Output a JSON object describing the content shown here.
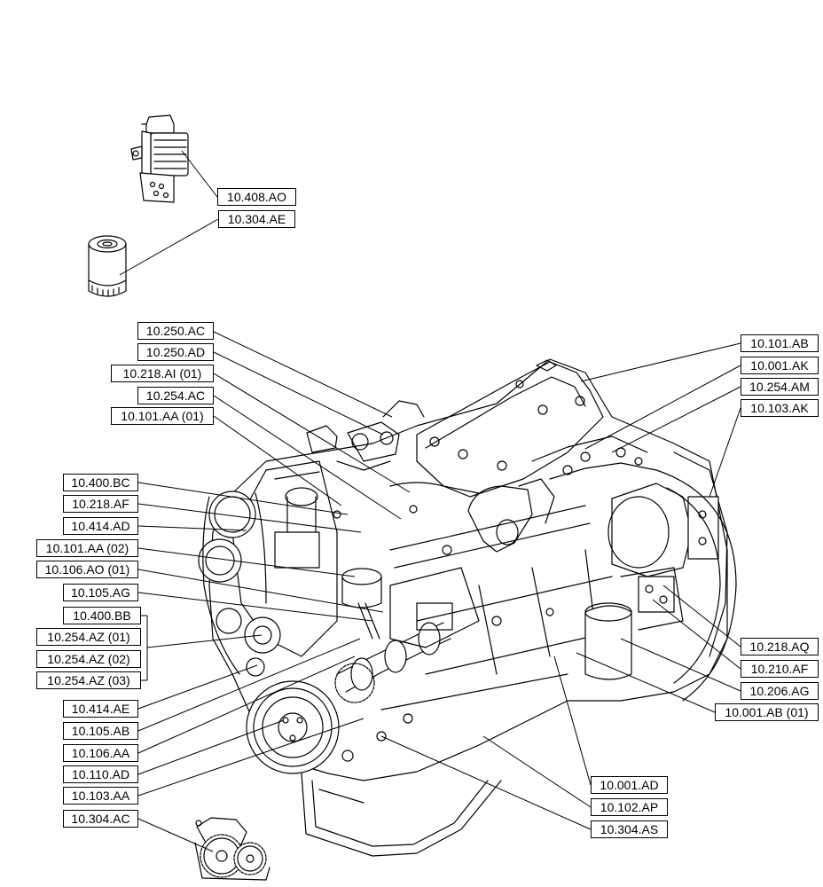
{
  "labels": {
    "oil_cooler_housing": "10.408.AO",
    "oil_filter": "10.304.AE",
    "intake_manifold": "10.250.AC",
    "intake_elbow": "10.250.AD",
    "injector_harness": "10.218.AI (01)",
    "exhaust_manifold": "10.254.AC",
    "cylinder_head_a": "10.101.AA (01)",
    "front_cover_bc": "10.400.BC",
    "fuel_rail": "10.218.AF",
    "water_pump_ad": "10.414.AD",
    "cylinder_head_b": "10.101.AA (02)",
    "timing_ao": "10.106.AO (01)",
    "piston_ag": "10.105.AG",
    "belt_bb": "10.400.BB",
    "turbo_az1": "10.254.AZ (01)",
    "turbo_az2": "10.254.AZ (02)",
    "turbo_az3": "10.254.AZ (03)",
    "fan_ae": "10.414.AE",
    "conrod_ab": "10.105.AB",
    "crankshaft_aa": "10.106.AA",
    "damper_ad": "10.110.AD",
    "crankcase_aa": "10.103.AA",
    "oil_pump_ac": "10.304.AC",
    "head_cover_ab": "10.101.AB",
    "engine_ak": "10.001.AK",
    "exhaust_am": "10.254.AM",
    "flywheel_housing_ak": "10.103.AK",
    "fuel_aq": "10.218.AQ",
    "fuel_filter_af": "10.210.AF",
    "fuel_pump_ag": "10.206.AG",
    "engine_ab": "10.001.AB (01)",
    "engine_ad": "10.001.AD",
    "oil_pan_ap": "10.102.AP",
    "oil_pickup_as": "10.304.AS"
  },
  "colors": {
    "line": "#000000",
    "background": "#ffffff"
  },
  "icons": [
    "oil-cooler-icon",
    "oil-filter-cartridge-icon",
    "engine-assembly-icon",
    "oil-pump-icon"
  ]
}
